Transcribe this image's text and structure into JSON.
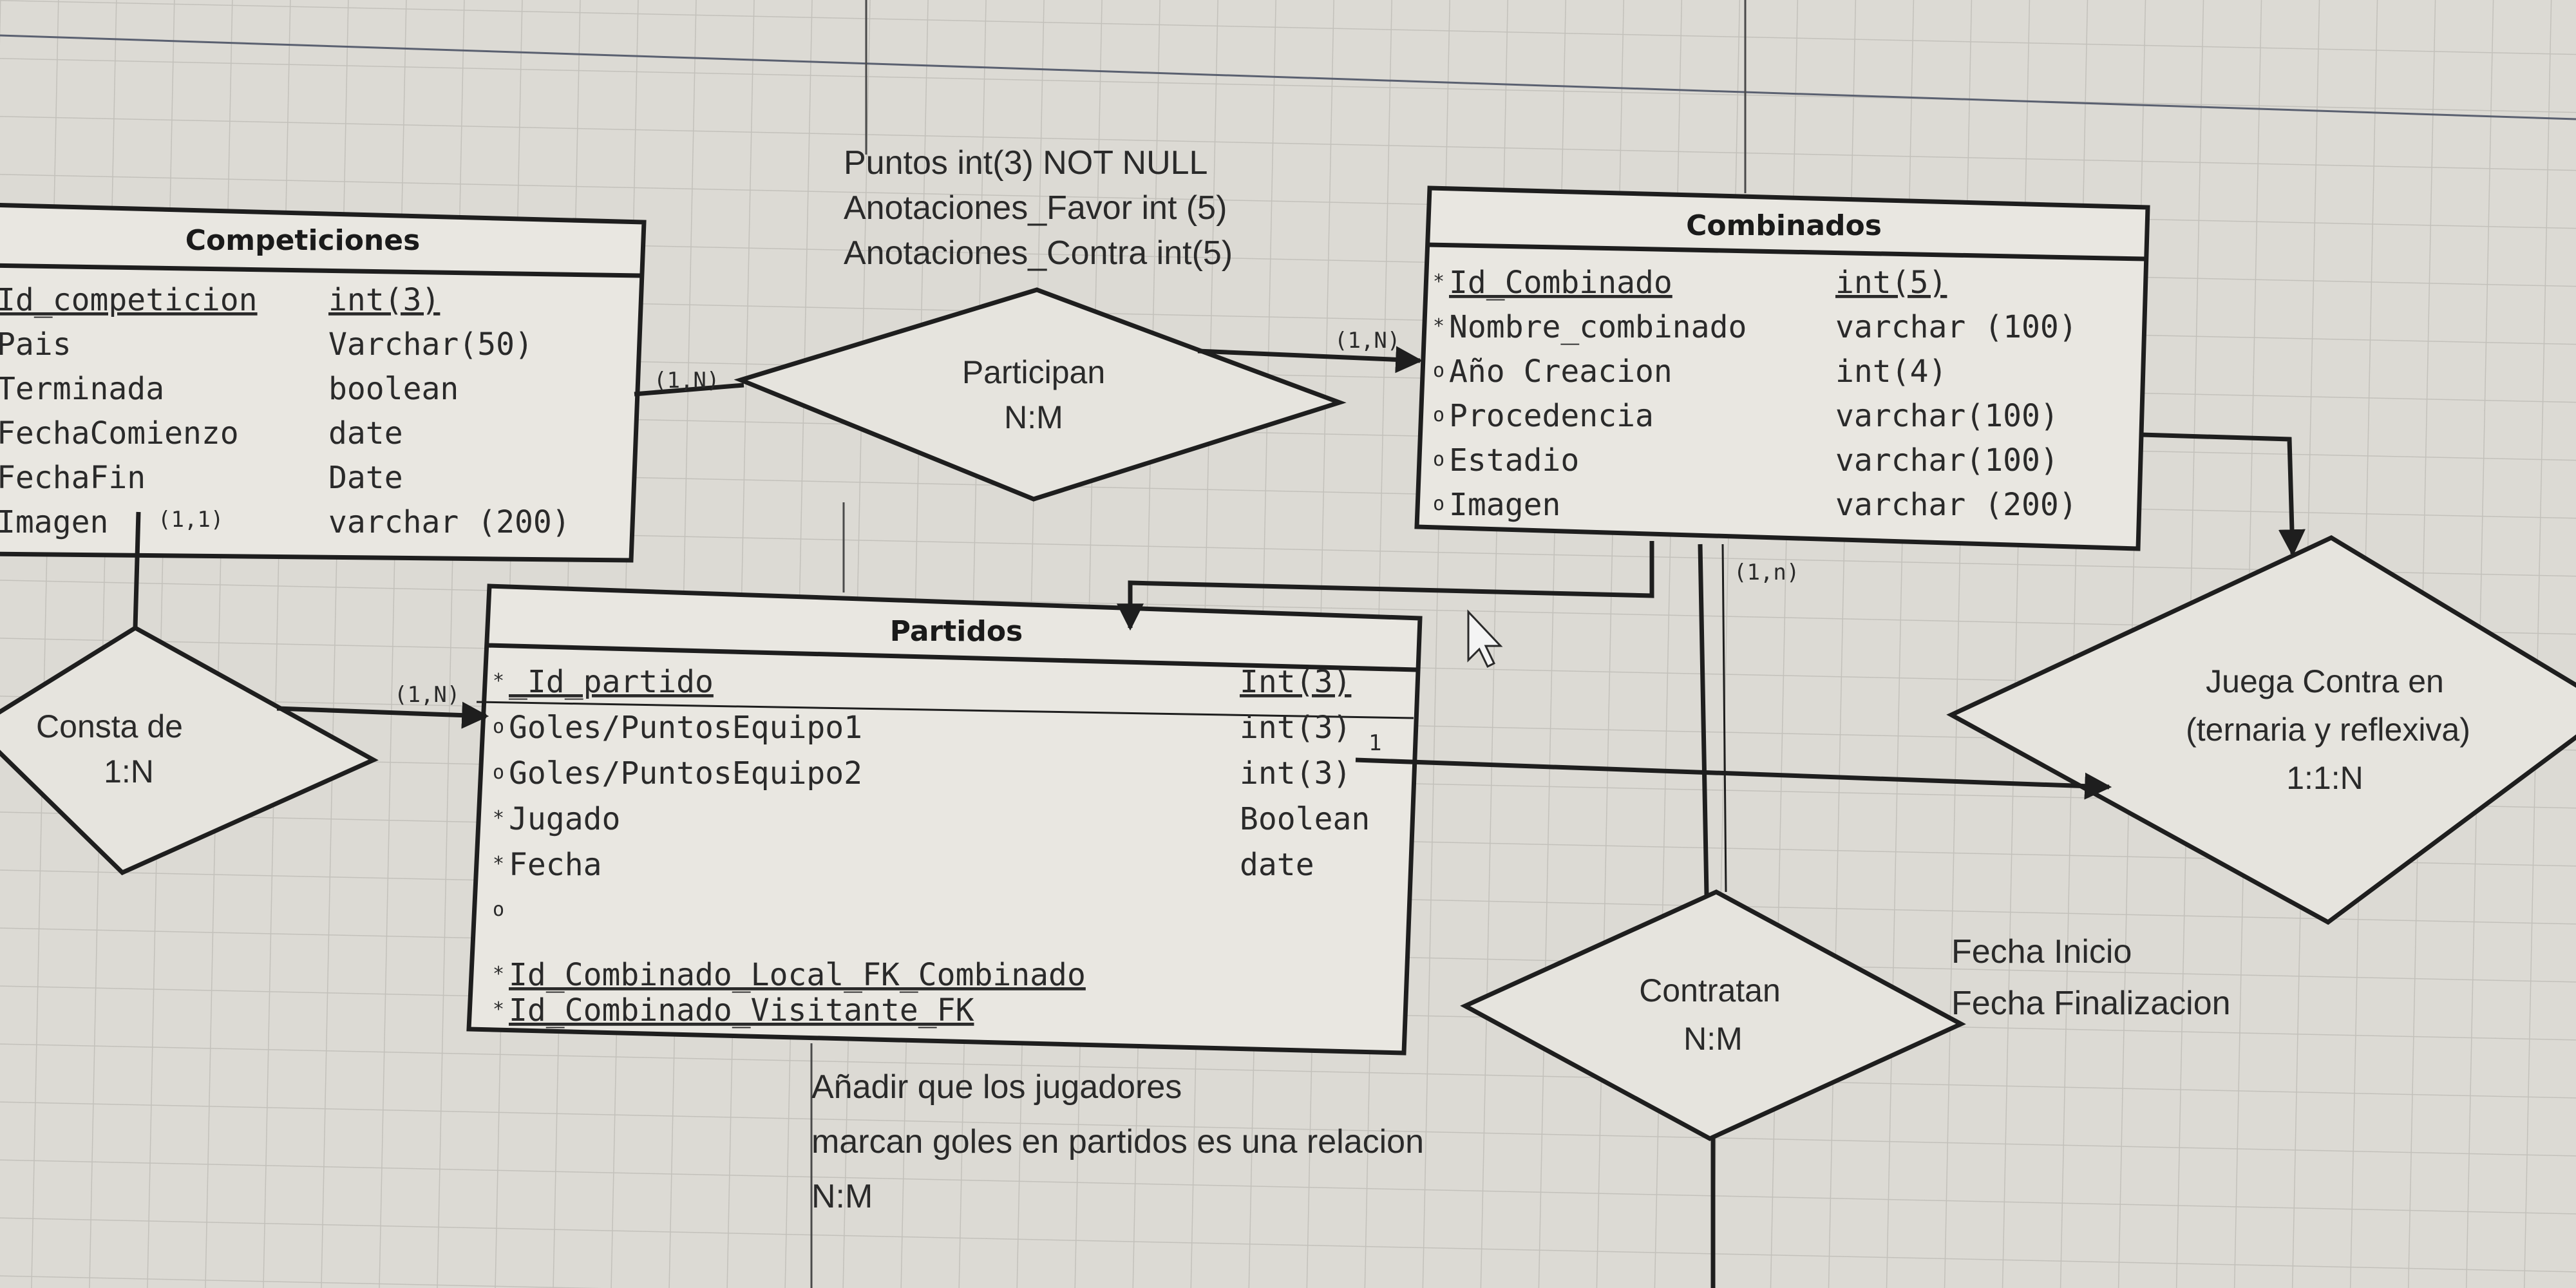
{
  "competiciones": {
    "title": "Competiciones",
    "attrs": [
      {
        "mark": "",
        "name": "Id_competicion",
        "type": "int(3)",
        "pk": true
      },
      {
        "mark": "",
        "name": "Pais",
        "type": "Varchar(50)"
      },
      {
        "mark": "",
        "name": "Terminada",
        "type": "boolean"
      },
      {
        "mark": "",
        "name": "FechaComienzo",
        "type": "date"
      },
      {
        "mark": "",
        "name": "FechaFin",
        "type": "Date"
      },
      {
        "mark": "",
        "name": "Imagen",
        "type": "varchar (200)"
      }
    ]
  },
  "combinados": {
    "title": "Combinados",
    "attrs": [
      {
        "mark": "*",
        "name": "Id_Combinado",
        "type": "int(5)",
        "pk": true
      },
      {
        "mark": "*",
        "name": "Nombre_combinado",
        "type": "varchar (100)"
      },
      {
        "mark": "o",
        "name": "Año Creacion",
        "type": "int(4)"
      },
      {
        "mark": "o",
        "name": "Procedencia",
        "type": "varchar(100)"
      },
      {
        "mark": "o",
        "name": "Estadio",
        "type": "varchar(100)"
      },
      {
        "mark": "o",
        "name": "Imagen",
        "type": "varchar (200)"
      }
    ]
  },
  "partidos": {
    "title": "Partidos",
    "attrs": [
      {
        "mark": "*",
        "name": "_Id_partido",
        "type": "Int(3)",
        "pk": true
      },
      {
        "mark": "o",
        "name": "Goles/PuntosEquipo1",
        "type": "int(3)"
      },
      {
        "mark": "o",
        "name": "Goles/PuntosEquipo2",
        "type": "int(3)"
      },
      {
        "mark": "*",
        "name": "Jugado",
        "type": "Boolean"
      },
      {
        "mark": "*",
        "name": "Fecha",
        "type": "date"
      },
      {
        "mark": "o",
        "name": "",
        "type": ""
      }
    ],
    "fks": [
      {
        "mark": "*",
        "name": "Id_Combinado_Local_FK_Combinado"
      },
      {
        "mark": "*",
        "name": "Id_Combinado_Visitante_FK"
      }
    ]
  },
  "relationships": {
    "participan": {
      "name": "Participan",
      "card": "N:M"
    },
    "consta": {
      "name": "Consta de",
      "card": "1:N"
    },
    "juega": {
      "name": "Juega Contra en",
      "sub": "(ternaria y reflexiva)",
      "card": "1:1:N"
    },
    "contratan": {
      "name": "Contratan",
      "card": "N:M"
    }
  },
  "cardinalities": {
    "comp_participan": "(1,N)",
    "participan_comb": "(1,N)",
    "comp_consta": "(1,1)",
    "consta_partidos": "(1,N)",
    "comb_contratan": "(1,n)",
    "partidos_juega": "1"
  },
  "notes": {
    "participan_attrs": [
      "Puntos int(3) NOT NULL",
      "Anotaciones_Favor int (5)",
      "Anotaciones_Contra int(5)"
    ],
    "contratan_attrs": [
      "Fecha Inicio",
      "Fecha Finalizacion"
    ],
    "todo": [
      "Añadir que los jugadores",
      "marcan goles en partidos es una relacion",
      "N:M"
    ]
  }
}
